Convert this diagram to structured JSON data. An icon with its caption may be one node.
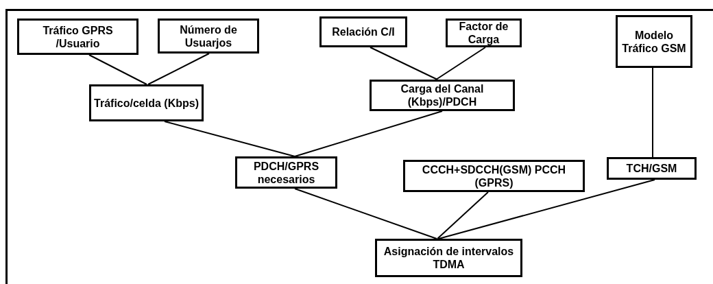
{
  "diagram": {
    "nodes": [
      {
        "text": [
          "Tráfico GPRS /Usuario"
        ]
      },
      {
        "text": [
          "Número de Usuarjos"
        ]
      },
      {
        "text": [
          "Relación C/I"
        ]
      },
      {
        "text": [
          "Factor de Carga"
        ]
      },
      {
        "text": [
          "Modelo Tráfico GSM"
        ]
      },
      {
        "text": [
          "Tráfico/celda (Kbps)"
        ]
      },
      {
        "text": [
          "Carga del Canal (Kbps)/PDCH"
        ]
      },
      {
        "text": [
          "PDCH/GPRS necesarios"
        ]
      },
      {
        "text": [
          "CCCH+SDCCH(GSM) PCCH (GPRS)"
        ]
      },
      {
        "text": [
          "TCH/GSM"
        ]
      },
      {
        "text": [
          "Asignación de intervalos TDMA"
        ]
      }
    ],
    "edges": [
      {
        "from": 0,
        "to": 5,
        "arrow": "none"
      },
      {
        "from": 1,
        "to": 5,
        "arrow": "none"
      },
      {
        "from": 2,
        "to": 6,
        "arrow": "none"
      },
      {
        "from": 3,
        "to": 6,
        "arrow": "none"
      },
      {
        "from": 4,
        "to": 9,
        "arrow": "none"
      },
      {
        "from": 5,
        "to": 7,
        "arrow": "none"
      },
      {
        "from": 6,
        "to": 7,
        "arrow": "none"
      },
      {
        "from": 7,
        "to": 10,
        "arrow": "none"
      },
      {
        "from": 8,
        "to": 10,
        "arrow": "none"
      },
      {
        "from": 9,
        "to": 10,
        "arrow": "none"
      }
    ]
  }
}
